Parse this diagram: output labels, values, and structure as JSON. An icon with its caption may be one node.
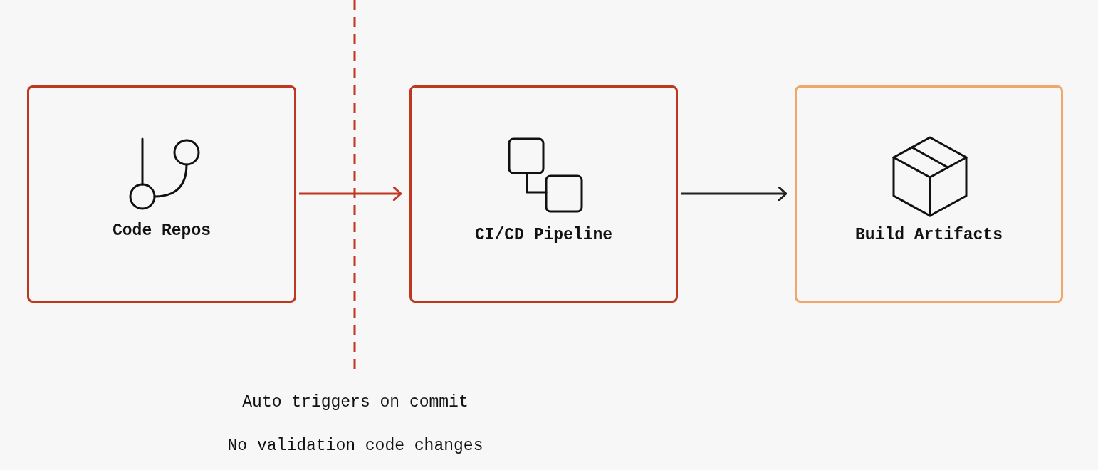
{
  "diagram": {
    "nodes": [
      {
        "text": [
          "Code Repos"
        ]
      },
      {
        "text": [
          "CI/CD Pipeline"
        ]
      },
      {
        "text": [
          "Build Artifacts"
        ]
      }
    ],
    "edges": [
      {
        "from": 0,
        "to": 1,
        "arrow": "to",
        "color": "#c0371f"
      },
      {
        "from": 1,
        "to": 2,
        "arrow": "to",
        "color": "#222222"
      }
    ],
    "labels": [
      "Auto triggers on commit",
      "No validation code changes"
    ]
  }
}
